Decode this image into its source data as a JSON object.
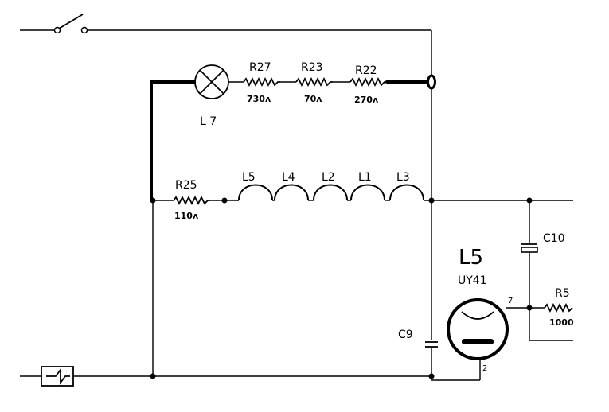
{
  "components": {
    "lamp": {
      "label": "L 7"
    },
    "r27": {
      "label": "R27",
      "value": "730ʌ"
    },
    "r23": {
      "label": "R23",
      "value": "70ʌ"
    },
    "r22": {
      "label": "R22",
      "value": "270ʌ"
    },
    "r25": {
      "label": "R25",
      "value": "110ʌ"
    },
    "coils": [
      {
        "label": "L5"
      },
      {
        "label": "L4"
      },
      {
        "label": "L2"
      },
      {
        "label": "L1"
      },
      {
        "label": "L3"
      }
    ],
    "c9": {
      "label": "C9"
    },
    "c10": {
      "label": "C10"
    },
    "r5": {
      "label": "R5",
      "value": "1000"
    },
    "tube": {
      "label": "L5",
      "type": "UY41",
      "pin_anode": "7",
      "pin_cathode": "2"
    }
  }
}
